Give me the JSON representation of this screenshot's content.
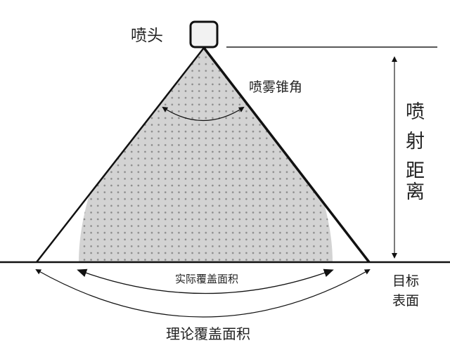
{
  "labels": {
    "nozzle": "喷头",
    "spray_angle": "喷雾锥角",
    "spray_distance": [
      "喷",
      "射",
      "距",
      "离"
    ],
    "target_surface": [
      "目标",
      "表面"
    ],
    "actual_coverage": "实际覆盖面积",
    "theoretical_coverage": "理论覆盖面积"
  },
  "colors": {
    "spray_fill": "#d3d3d3",
    "spray_dots": "#8a8a8a",
    "line": "#111111"
  }
}
